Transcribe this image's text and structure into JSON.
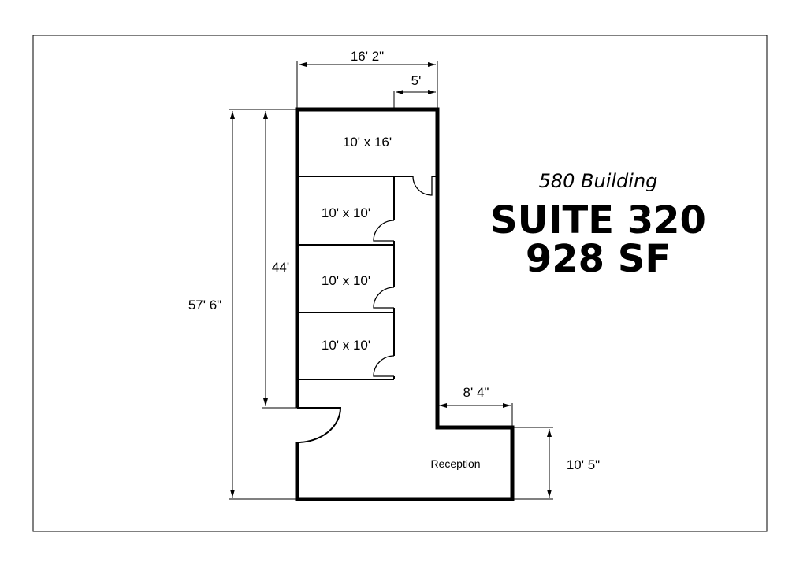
{
  "title": {
    "building": "580 Building",
    "suite": "SUITE 320",
    "area": "928 SF"
  },
  "rooms": [
    {
      "label": "10' x 16'"
    },
    {
      "label": "10' x 10'"
    },
    {
      "label": "10' x 10'"
    },
    {
      "label": "10' x 10'"
    },
    {
      "label": "Reception"
    }
  ],
  "dimensions": {
    "top_width": "16' 2\"",
    "top_offset": "5'",
    "total_height": "57' 6\"",
    "office_height": "44'",
    "reception_step": "8' 4\"",
    "reception_height": "10' 5\""
  }
}
